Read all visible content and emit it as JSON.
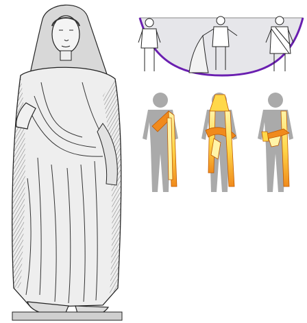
{
  "figure": {
    "subject": "toga-draping-illustration",
    "left_panel": "statue-illustration",
    "top_row": {
      "stages": [
        "wearer-in-tunic",
        "wearer-with-unfolded-toga",
        "wearer-in-draped-toga"
      ]
    },
    "bottom_row": {
      "stages": [
        "first-drape-over-left-shoulder",
        "wrapped-around-back",
        "front-fold-tucked"
      ]
    }
  },
  "colors": {
    "fabric_sheet": "#e6e6ea",
    "toga_edge": "#6a1fb0",
    "silhouette": "#aaaaaa",
    "toga_orange": "#f08a1c",
    "toga_yellow": "#ffd84a",
    "toga_light": "#fff4a8",
    "line": "#222222"
  }
}
